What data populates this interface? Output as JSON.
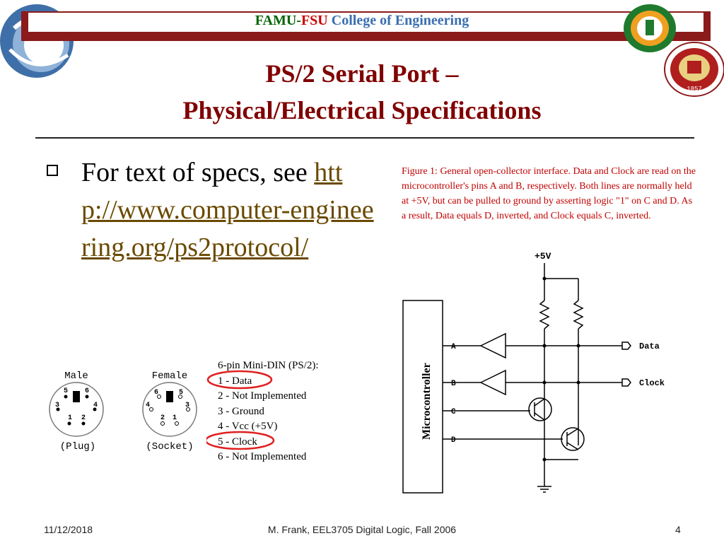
{
  "header": {
    "famu": "FAMU",
    "dash": "-",
    "fsu": "FSU",
    "college": " College of Engineering",
    "colors": {
      "famu": "#006400",
      "fsu": "#cc0000",
      "college": "#3a6fb0",
      "bar": "#8b1a1a"
    }
  },
  "logos": {
    "left": "college-logo-swirl",
    "famu_seal": "famu-seal",
    "fsu_seal": "fsu-seal",
    "fsu_seal_year": "1857"
  },
  "title": {
    "line1": "PS/2 Serial Port –",
    "line2": "Physical/Electrical Specifications"
  },
  "bullet": {
    "text": "For text of specs, see ",
    "link": "http://www.computer-engineering.org/ps2protocol/"
  },
  "figure": {
    "caption": "Figure 1: General open-collector interface.  Data and Clock are read on the microcontroller's pins A and B, respectively.  Both lines are normally held at +5V, but can be pulled to ground by asserting logic \"1\" on C and D.  As a result, Data equals D, inverted, and Clock equals C, inverted.",
    "vcc": "+5V",
    "mcu": "Microcontroller",
    "pin_a": "A",
    "pin_b": "B",
    "pin_c": "C",
    "pin_d": "D",
    "data": "Data",
    "clock": "Clock"
  },
  "connector": {
    "male": "Male",
    "female": "Female",
    "plug": "(Plug)",
    "socket": "(Socket)",
    "male_pins": [
      "5",
      "6",
      "3",
      "4",
      "1",
      "2"
    ],
    "female_pins": [
      "6",
      "5",
      "4",
      "3",
      "2",
      "1"
    ]
  },
  "pinout": {
    "title": "6-pin Mini-DIN (PS/2):",
    "pins": [
      "1 - Data",
      "2 - Not Implemented",
      "3 - Ground",
      "4 - Vcc (+5V)",
      "5 - Clock",
      "6 - Not Implemented"
    ],
    "highlight_color": "#e02020"
  },
  "footer": {
    "date": "11/12/2018",
    "center": "M. Frank, EEL3705 Digital Logic, Fall 2006",
    "page": "4"
  }
}
